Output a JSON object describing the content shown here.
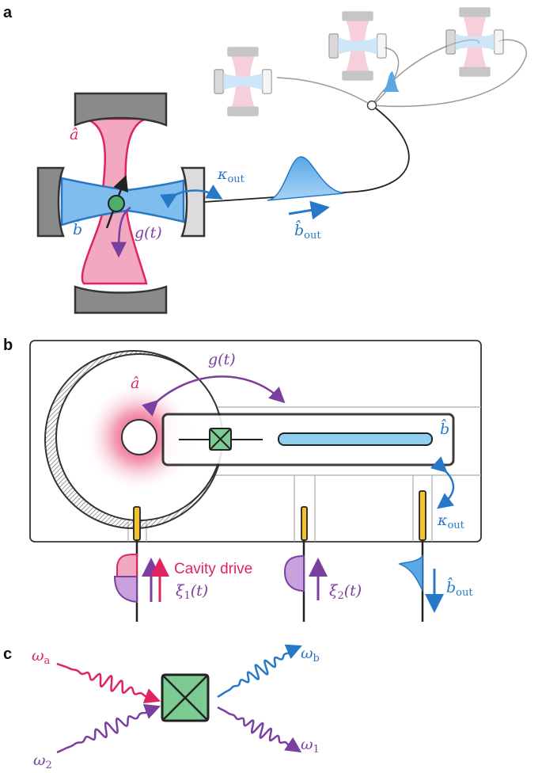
{
  "panels": {
    "a": "a",
    "b": "b",
    "c": "c"
  },
  "panel_a": {
    "mode_a": "â",
    "mode_b": "b̂",
    "kappa": "κ",
    "kappa_sub": "out",
    "coupling": "g(t)",
    "bout": "b̂",
    "bout_sub": "out"
  },
  "panel_b": {
    "coupling": "g(t)",
    "mode_a": "â",
    "mode_b": "b̂",
    "kappa": "κ",
    "kappa_sub": "out",
    "drive_label": "Cavity drive",
    "xi1": "ξ",
    "xi1_sub": "1",
    "xi1_arg": "(t)",
    "xi2": "ξ",
    "xi2_sub": "2",
    "xi2_arg": "(t)",
    "bout": "b̂",
    "bout_sub": "out"
  },
  "panel_c": {
    "omega_a": "ω",
    "omega_a_sub": "a",
    "omega_b": "ω",
    "omega_b_sub": "b",
    "omega_1": "ω",
    "omega_1_sub": "1",
    "omega_2": "ω",
    "omega_2_sub": "2"
  },
  "colors": {
    "magenta": "#e0245e",
    "blue": "#2878c8",
    "purple": "#7b3fa0",
    "green": "#4cae6c",
    "yellow": "#f2c230"
  }
}
